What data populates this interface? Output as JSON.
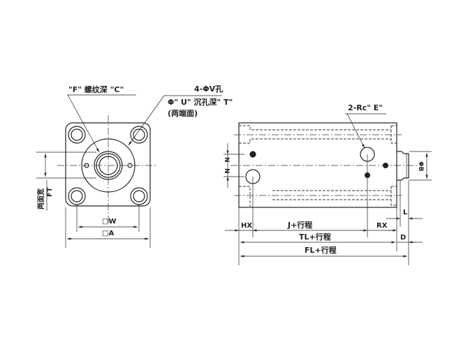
{
  "front_view": {
    "thread_label": "\"F\" 螺纹深 \"C\"",
    "hole_label": "4-ΦV孔",
    "counterbore_label": "Φ\" U\" 沉孔深\" T\"",
    "both_ends_label": "(两端面)",
    "width_across_label": "两面宽",
    "ft_label": "FT",
    "w_label": "□W",
    "a_label": "□A"
  },
  "side_view": {
    "port_label": "2-Rc\" E\"",
    "n_label_top": "N",
    "n_label_bottom": "N",
    "phi_b_label": "ΦB",
    "hx_label": "HX",
    "j_label": "J+行程",
    "rx_label": "RX",
    "l_label": "L",
    "tl_label": "TL+行程",
    "d_label": "D",
    "fl_label": "FL+行程"
  }
}
